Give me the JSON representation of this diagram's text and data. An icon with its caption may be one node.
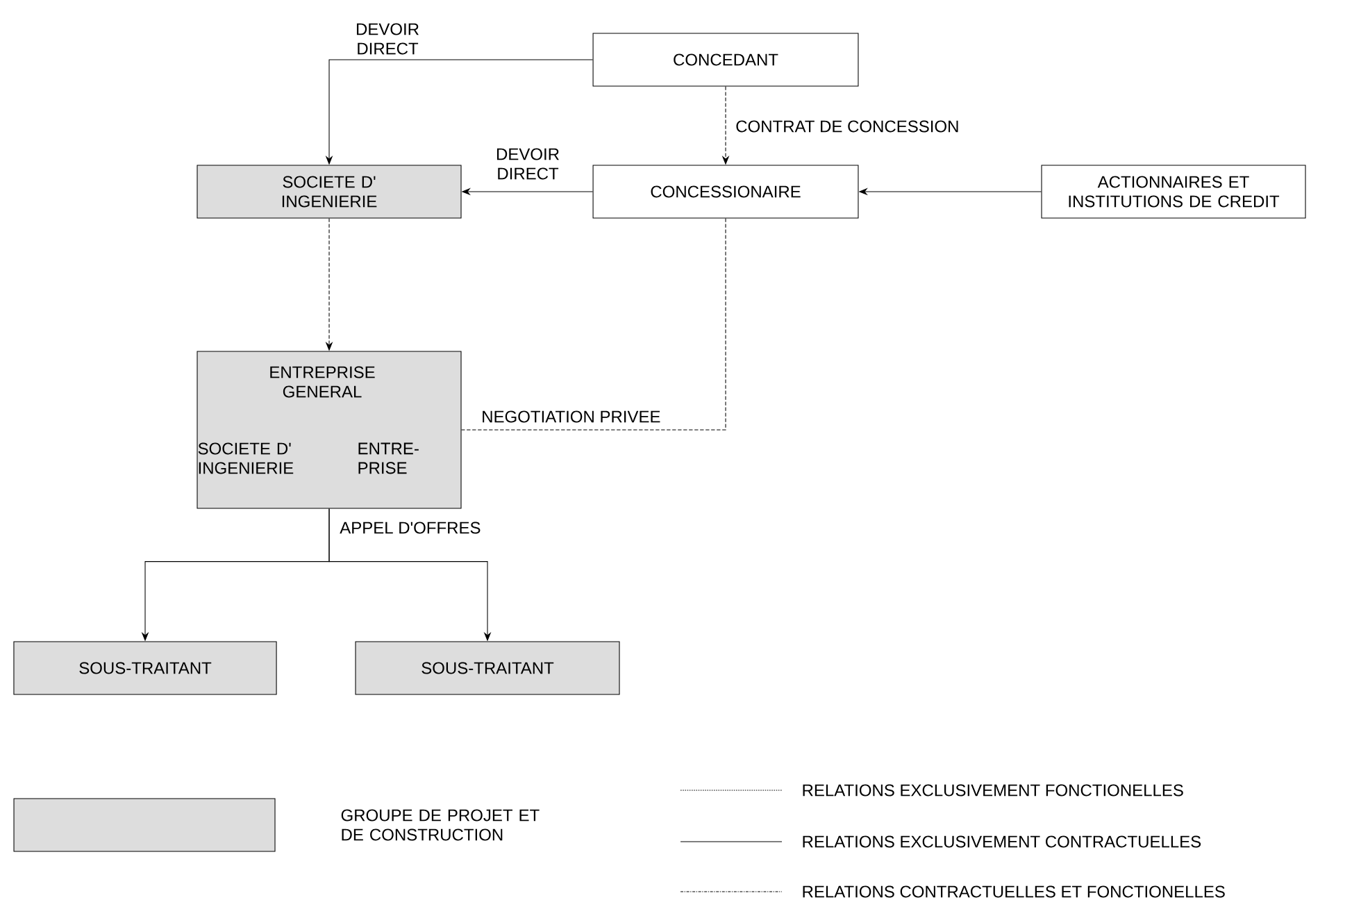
{
  "diagram": {
    "nodes": [
      {
        "text": [
          "CONCEDANT"
        ]
      },
      {
        "text": [
          "SOCIETE D' INGENIERIE"
        ]
      },
      {
        "text": [
          "CONCESSIONAIRE"
        ]
      },
      {
        "text": [
          "ACTIONNAIRES ET INSTITUTIONS DE CREDIT"
        ]
      },
      {
        "text": [
          "ENTREPRISE GENERAL",
          "SOCIETE D' INGENIERIE",
          "ENTRE- PRISE"
        ]
      },
      {
        "text": [
          "SOUS-TRAITANT"
        ]
      },
      {
        "text": [
          "SOUS-TRAITANT"
        ]
      }
    ],
    "edges": [
      {
        "from": 0,
        "to": 1,
        "arrow": "to",
        "label": "DEVOIR DIRECT"
      },
      {
        "from": 0,
        "to": 2,
        "arrow": "to",
        "label": "CONTRAT DE CONCESSION",
        "style": "dashed"
      },
      {
        "from": 2,
        "to": 1,
        "arrow": "to",
        "label": "DEVOIR DIRECT"
      },
      {
        "from": 3,
        "to": 2,
        "arrow": "to"
      },
      {
        "from": 1,
        "to": 4,
        "arrow": "to",
        "style": "dashed"
      },
      {
        "from": 2,
        "to": 4,
        "arrow": "none",
        "label": "NEGOTIATION PRIVEE",
        "style": "dashed"
      },
      {
        "from": 4,
        "to": 5,
        "arrow": "to",
        "label": "APPEL D'OFFRES"
      },
      {
        "from": 4,
        "to": 6,
        "arrow": "to"
      }
    ],
    "legend": [
      {
        "text": "GROUPE DE PROJET ET DE CONSTRUCTION",
        "color": "#dddddd"
      },
      {
        "text": "RELATIONS EXCLUSIVEMENT FONCTIONELLES"
      },
      {
        "text": "RELATIONS EXCLUSIVEMENT CONTRACTUELLES"
      },
      {
        "text": "RELATIONS CONTRACTUELLES ET FONCTIONELLES"
      }
    ]
  }
}
